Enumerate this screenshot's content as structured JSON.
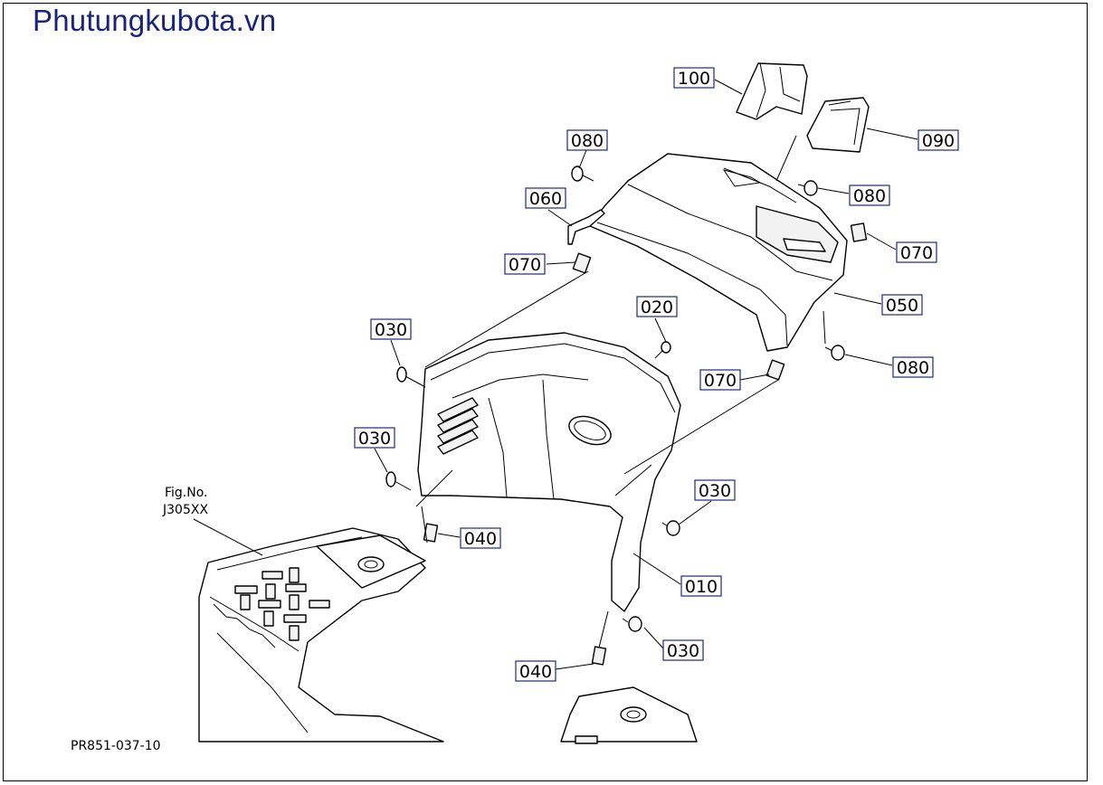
{
  "watermark": "Phutungkubota.vn",
  "drawing_code": "PR851-037-10",
  "reference": {
    "line1": "Fig.No.",
    "line2": "J305XX"
  },
  "callouts": {
    "c100": "100",
    "c090": "090",
    "c080a": "080",
    "c080b": "080",
    "c080c": "080",
    "c060": "060",
    "c070a": "070",
    "c070b": "070",
    "c070c": "070",
    "c050": "050",
    "c020": "020",
    "c030a": "030",
    "c030b": "030",
    "c030c": "030",
    "c030d": "030",
    "c040a": "040",
    "c040b": "040",
    "c010": "010"
  }
}
